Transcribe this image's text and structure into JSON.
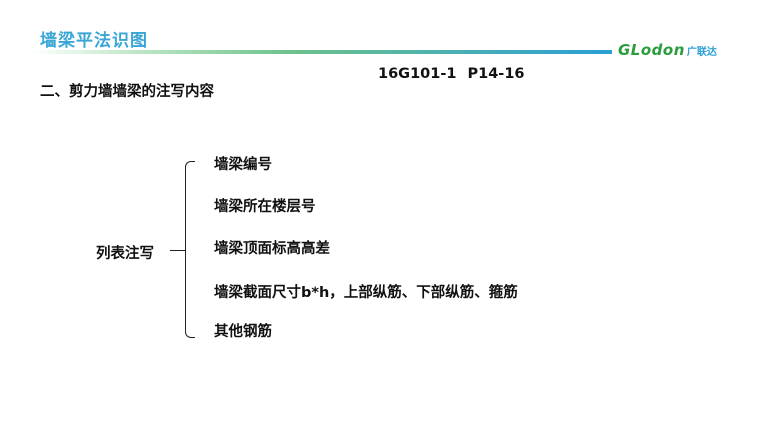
{
  "header": {
    "title": "墙梁平法识图",
    "logo_en": "GLodon",
    "logo_cn": "广联达",
    "colors": {
      "title": "#3aa6d6",
      "rule_end": "#2a9fd6",
      "logo_green": "#2a9c3c"
    }
  },
  "main": {
    "subtitle": "二、剪力墙墙梁的注写内容",
    "reference": "16G101-1  P14-16",
    "list_label": "列表注写",
    "items": [
      "墙梁编号",
      "墙梁所在楼层号",
      "墙梁顶面标高高差",
      "墙梁截面尺寸b*h，上部纵筋、下部纵筋、箍筋",
      "其他钢筋"
    ]
  }
}
